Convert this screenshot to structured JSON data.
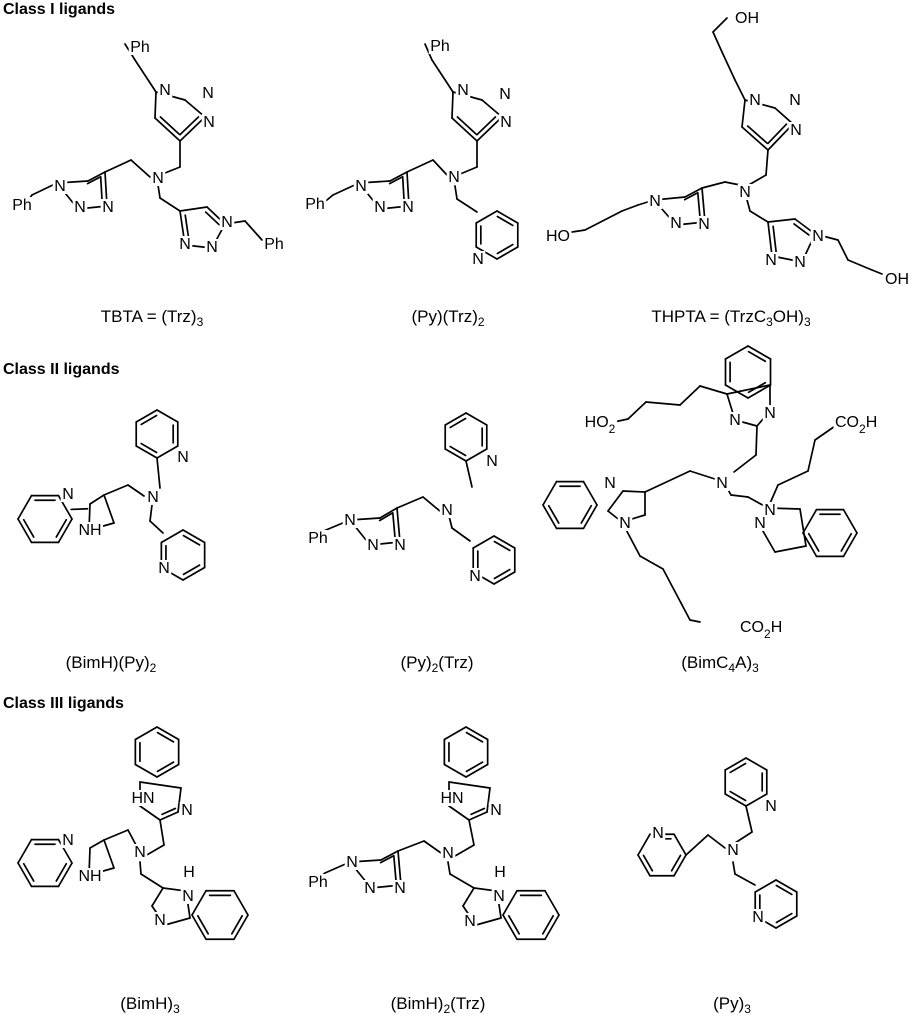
{
  "figure": {
    "classes": [
      {
        "heading": "Class I ligands",
        "ligands": [
          {
            "name": "TBTA",
            "label": [
              {
                "t": "TBTA = (Trz)"
              },
              {
                "t": "3",
                "sub": true
              }
            ]
          },
          {
            "name": "py-trz2",
            "label": [
              {
                "t": "(Py)(Trz)"
              },
              {
                "t": "2",
                "sub": true
              }
            ]
          },
          {
            "name": "THPTA",
            "label": [
              {
                "t": "THPTA = (TrzC"
              },
              {
                "t": "3",
                "sub": true
              },
              {
                "t": "OH)"
              },
              {
                "t": "3",
                "sub": true
              }
            ]
          }
        ]
      },
      {
        "heading": "Class II ligands",
        "ligands": [
          {
            "name": "bimh-py2",
            "label": [
              {
                "t": "(BimH)(Py)"
              },
              {
                "t": "2",
                "sub": true
              }
            ]
          },
          {
            "name": "py2-trz",
            "label": [
              {
                "t": "(Py)"
              },
              {
                "t": "2",
                "sub": true
              },
              {
                "t": "(Trz)"
              }
            ]
          },
          {
            "name": "bimc4a3",
            "label": [
              {
                "t": "(BimC"
              },
              {
                "t": "4",
                "sub": true
              },
              {
                "t": "A)"
              },
              {
                "t": "3",
                "sub": true
              }
            ]
          }
        ]
      },
      {
        "heading": "Class III ligands",
        "ligands": [
          {
            "name": "bimh3",
            "label": [
              {
                "t": "(BimH)"
              },
              {
                "t": "3",
                "sub": true
              }
            ]
          },
          {
            "name": "bimh2-trz",
            "label": [
              {
                "t": "(BimH)"
              },
              {
                "t": "2",
                "sub": true
              },
              {
                "t": "(Trz)"
              }
            ]
          },
          {
            "name": "py3",
            "label": [
              {
                "t": "(Py)"
              },
              {
                "t": "3",
                "sub": true
              }
            ]
          }
        ]
      }
    ],
    "atom_labels": {
      "amine_n": "N",
      "ring_n": "N",
      "nh": "NH",
      "hn": "HN",
      "h": "H",
      "phenyl": "Ph",
      "hydroxyl_right": "OH",
      "hydroxyl_left": "HO",
      "acid_right_main": "CO",
      "acid_left_main": "HO",
      "acid_sub": "2",
      "acid_h": "H"
    }
  }
}
